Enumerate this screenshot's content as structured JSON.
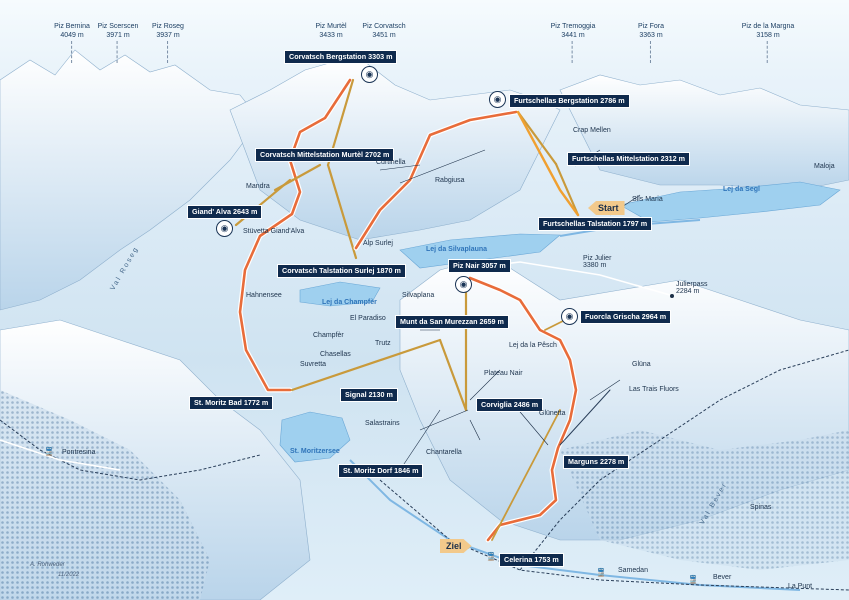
{
  "peaks": [
    {
      "name": "Piz Bernina",
      "alt": "4049 m"
    },
    {
      "name": "Piz Scerscen",
      "alt": "3971 m"
    },
    {
      "name": "Piz Roseg",
      "alt": "3937 m"
    },
    {
      "name": "Piz Murtèl",
      "alt": "3433 m"
    },
    {
      "name": "Piz Corvatsch",
      "alt": "3451 m"
    },
    {
      "name": "Piz Tremoggia",
      "alt": "3441 m"
    },
    {
      "name": "Piz Fora",
      "alt": "3363 m"
    },
    {
      "name": "Piz de la Margna",
      "alt": "3158 m"
    }
  ],
  "stations": {
    "corvatsch_berg": "Corvatsch Bergstation  3303 m",
    "corvatsch_mittel": "Corvatsch Mittelstation Murtèl  2702 m",
    "giand_alva": "Giand' Alva 2643 m",
    "corvatsch_tal": "Corvatsch Talstation Surlej  1870 m",
    "furtschellas_berg": "Furtschellas Bergstation  2786 m",
    "furtschellas_mittel": "Furtschellas Mittelstation  2312 m",
    "furtschellas_tal": "Furtschellas Talstation  1797 m",
    "piz_nair": "Piz Nair  3057 m",
    "fuorcla_grischa": "Fuorcla Grischa  2964 m",
    "munt_da_san_murezzan": "Munt da San Murezzan  2659 m",
    "st_moritz_bad": "St. Moritz Bad  1772 m",
    "signal": "Signal  2130 m",
    "corviglia": "Corviglia  2486 m",
    "marguns": "Marguns  2278 m",
    "st_moritz_dorf": "St. Moritz Dorf  1846 m",
    "celerina": "Celerina  1753 m"
  },
  "places": {
    "mandra": "Mandra",
    "curtinella": "Curtinella",
    "rabgiusa": "Rabgiusa",
    "crap_mellen": "Crap Mellen",
    "sils_maria": "Sils Maria",
    "maloja": "Maloja",
    "stuvetta": "Stüvetta Giand'Alva",
    "alp_surlej": "Alp Surlej",
    "hahnensee": "Hahnensee",
    "silvaplana": "Silvaplana",
    "piz_julier": "Piz Julier",
    "piz_julier_alt": "3380 m",
    "julierpass": "Julierpass",
    "julierpass_alt": "2284 m",
    "el_paradiso": "El Paradiso",
    "champfer": "Champfèr",
    "chasellas": "Chasellas",
    "suvretta": "Suvretta",
    "trutz": "Trutz",
    "lej_da_la_pesch": "Lej da la Pêsch",
    "gluna": "Glüna",
    "las_trais_fluors": "Las Trais Fluors",
    "glunetta": "Glünetta",
    "plateau_nair": "Plateau Nair",
    "salastrains": "Salastrains",
    "chantarella": "Chantarella",
    "pontresina": "Pontresina",
    "samedan": "Samedan",
    "bever": "Bever",
    "spinas": "Spinas",
    "la_punt": "La Punt"
  },
  "lakes": {
    "segl": "Lej da Segl",
    "silvaplauna": "Lej da Silvaplauna",
    "champfer": "Lej da Champfèr",
    "moritzersee": "St. Moritzersee"
  },
  "valleys": {
    "roseg": "Val Roseg",
    "bever": "Val Bever"
  },
  "markers": {
    "start": "Start",
    "ziel": "Ziel"
  },
  "signature": {
    "artist": "A. Rohweder",
    "date": "11/2022"
  },
  "colors": {
    "route": "#f0a030",
    "route_alt": "#e86c3a",
    "label_bg": "#0f2a4d",
    "lake": "#9fd0ef"
  }
}
